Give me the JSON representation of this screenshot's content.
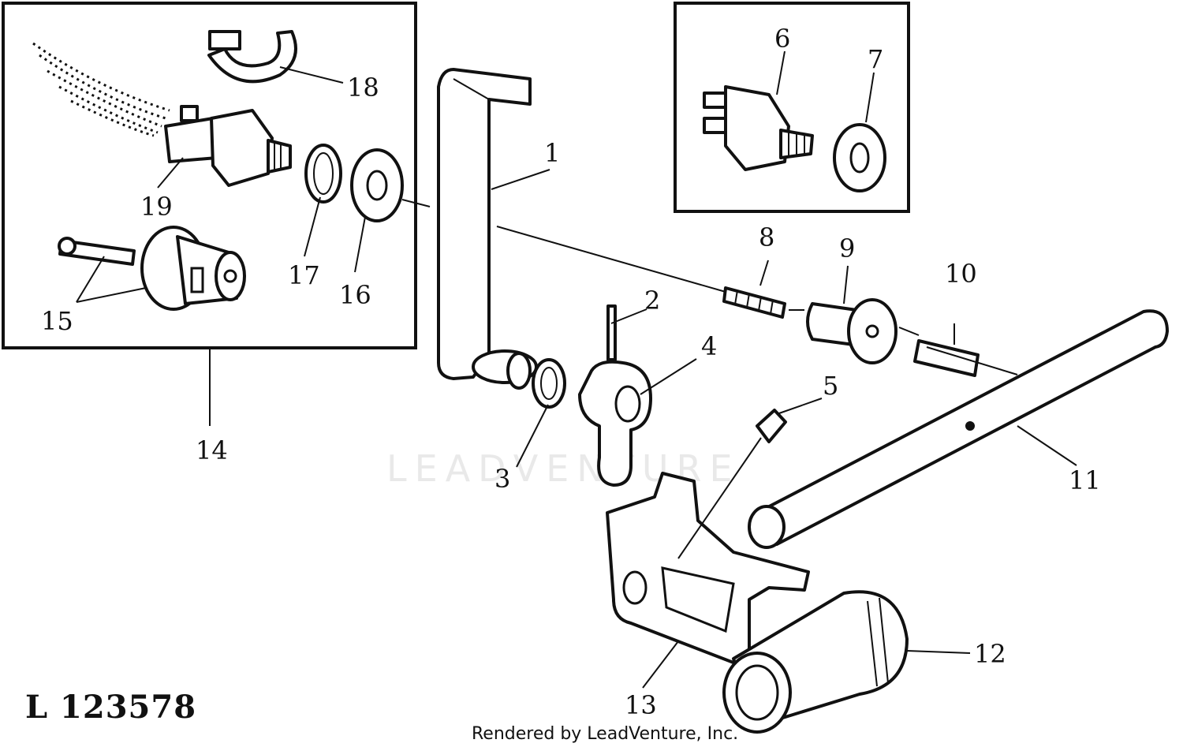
{
  "diagram": {
    "reference_code": "L 123578",
    "credit": "Rendered by LeadVenture, Inc.",
    "watermark": "LEADVENTURE",
    "callouts": [
      {
        "id": "1",
        "label": "1"
      },
      {
        "id": "2",
        "label": "2"
      },
      {
        "id": "3",
        "label": "3"
      },
      {
        "id": "4",
        "label": "4"
      },
      {
        "id": "5",
        "label": "5"
      },
      {
        "id": "6",
        "label": "6"
      },
      {
        "id": "7",
        "label": "7"
      },
      {
        "id": "8",
        "label": "8"
      },
      {
        "id": "9",
        "label": "9"
      },
      {
        "id": "10",
        "label": "10"
      },
      {
        "id": "11",
        "label": "11"
      },
      {
        "id": "12",
        "label": "12"
      },
      {
        "id": "13",
        "label": "13"
      },
      {
        "id": "14",
        "label": "14"
      },
      {
        "id": "15",
        "label": "15"
      },
      {
        "id": "16",
        "label": "16"
      },
      {
        "id": "17",
        "label": "17"
      },
      {
        "id": "18",
        "label": "18"
      },
      {
        "id": "19",
        "label": "19"
      }
    ]
  }
}
